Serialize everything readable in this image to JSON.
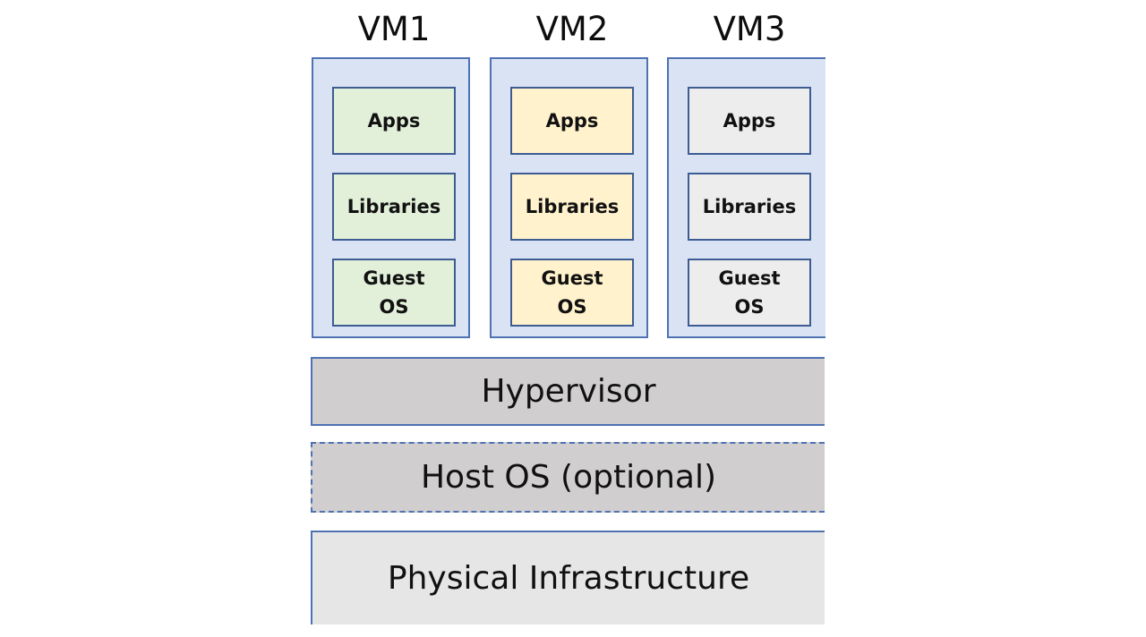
{
  "vms": [
    {
      "title": "VM1",
      "fill": "#e2f0d9",
      "layers": {
        "apps": "Apps",
        "libraries": "Libraries",
        "os_line1": "Guest",
        "os_line2": "OS"
      }
    },
    {
      "title": "VM2",
      "fill": "#fff2cc",
      "layers": {
        "apps": "Apps",
        "libraries": "Libraries",
        "os_line1": "Guest",
        "os_line2": "OS"
      }
    },
    {
      "title": "VM3",
      "fill": "#ededed",
      "layers": {
        "apps": "Apps",
        "libraries": "Libraries",
        "os_line1": "Guest",
        "os_line2": "OS"
      }
    }
  ],
  "stack": {
    "hypervisor": "Hypervisor",
    "host_os": "Host OS (optional)",
    "infrastructure": "Physical Infrastructure"
  },
  "colors": {
    "vm_container": "#dae3f3",
    "border": "#4f72b3",
    "hypervisor": "#d0cece",
    "host_os": "#d0cece",
    "infrastructure": "#e7e6e6"
  }
}
